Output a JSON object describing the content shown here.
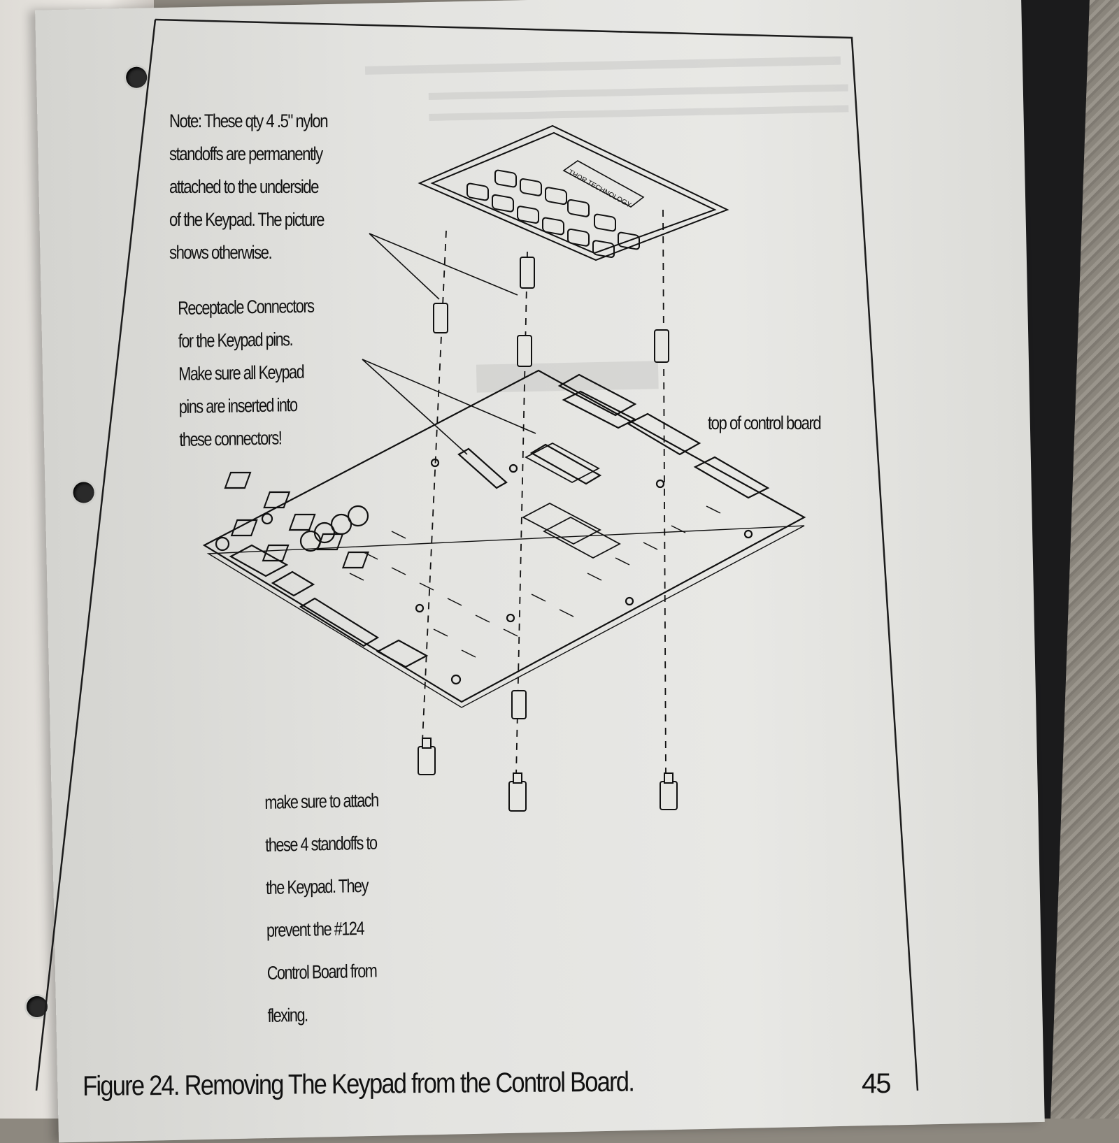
{
  "figure": {
    "caption": "Figure 24.  Removing The Keypad from the Control Board.",
    "page_number": "45"
  },
  "annotations": {
    "note_standoffs": "Note:  These qty 4  .5\" nylon\n      standoffs are permanently\n      attached to the underside\n      of the Keypad. The picture\n      shows otherwise.",
    "receptacle_connectors": "Receptacle Connectors\nfor the Keypad pins.\nMake sure all Keypad\npins are inserted into\nthese connectors!",
    "top_of_board": "top of control board",
    "attach_standoffs": "make sure to attach\nthese 4 standoffs to\nthe Keypad.   They\nprevent the #124\nControl Board from\nflexing."
  },
  "diagram": {
    "keypad_brand": "THOR TECHNOLOGY"
  }
}
